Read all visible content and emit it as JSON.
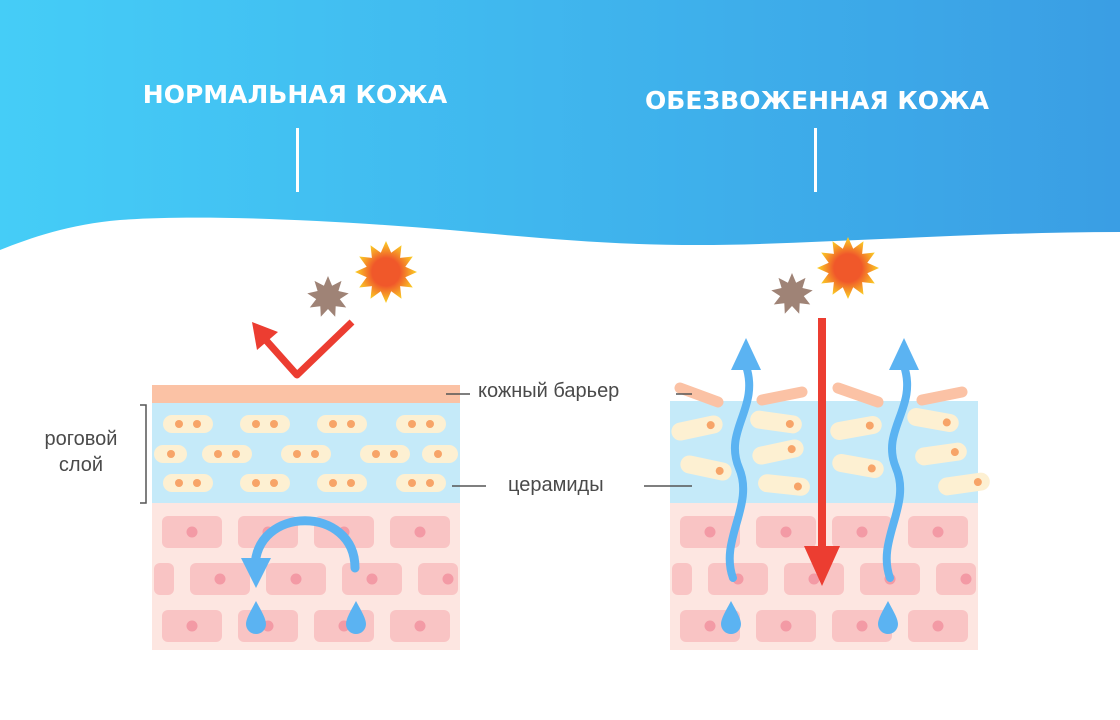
{
  "titles": {
    "normal": "НОРМАЛЬНАЯ КОЖА",
    "dehydrated": "ОБЕЗВОЖЕННАЯ КОЖА"
  },
  "labels": {
    "skin_barrier": "кожный барьер",
    "ceramides": "церамиды",
    "stratum_corneum_line1": "роговой",
    "stratum_corneum_line2": "слой"
  },
  "colors": {
    "header_gradient_start": "#45cdf7",
    "header_gradient_end": "#3a9ee4",
    "barrier": "#fbc2a5",
    "corneum": "#c5eaf9",
    "ceramide": "#fdf0d2",
    "ceramide_dot": "#f7a468",
    "epidermis": "#fde6e1",
    "cell": "#f9c4c4",
    "nucleus": "#f39aa5",
    "water": "#5bb3f2",
    "uv_arrow": "#ec3d31",
    "sun_outer": "#fbd225",
    "sun_core": "#f0582a",
    "pollution": "#9f8376"
  },
  "icons": [
    "sun-icon",
    "pollution-particle-icon",
    "water-drop-icon",
    "uv-ray-arrow",
    "water-flow-arrow"
  ]
}
